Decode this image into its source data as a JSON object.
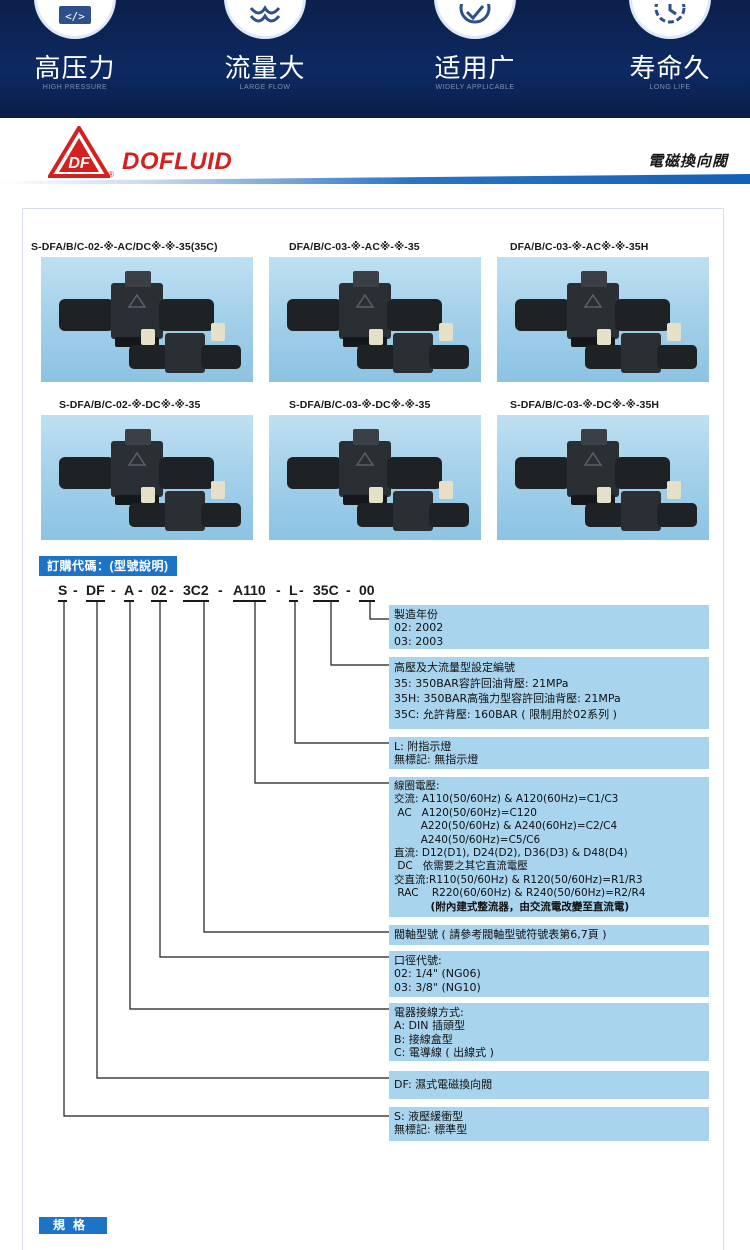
{
  "features": [
    {
      "cn": "高压力",
      "en": "HIGH PRESSURE",
      "icon": "code-icon"
    },
    {
      "cn": "流量大",
      "en": "LARGE FLOW",
      "icon": "flow-icon"
    },
    {
      "cn": "适用广",
      "en": "WIDELY APPLICABLE",
      "icon": "target-icon"
    },
    {
      "cn": "寿命久",
      "en": "LONG LIFE",
      "icon": "clock-icon"
    }
  ],
  "brand": {
    "name": "DOFLUID",
    "mark": "DF",
    "reg": "®",
    "title": "電磁換向閥",
    "colors": {
      "brand_red": "#d4201f",
      "accent_blue": "#1d73c6",
      "box_blue": "#a9d4ee",
      "banner_navy": "#0d2a63"
    }
  },
  "products": [
    {
      "label": "S-DFA/B/C-02-※-AC/DC※-※-35(35C)"
    },
    {
      "label": "DFA/B/C-03-※-AC※-※-35"
    },
    {
      "label": "DFA/B/C-03-※-AC※-※-35H"
    },
    {
      "label": "S-DFA/B/C-02-※-DC※-※-35"
    },
    {
      "label": "S-DFA/B/C-03-※-DC※-※-35"
    },
    {
      "label": "S-DFA/B/C-03-※-DC※-※-35H"
    }
  ],
  "order": {
    "title": "訂購代碼：(型號說明)",
    "code_parts": [
      "S",
      "-",
      "DF",
      "-",
      "A",
      "-",
      "02",
      "-",
      "3C2",
      "-",
      "A110",
      "-",
      "L",
      "-",
      "35C",
      "-",
      "00"
    ],
    "boxes": [
      {
        "lines": [
          "製造年份",
          "02: 2002",
          "03: 2003"
        ]
      },
      {
        "lines": [
          "高壓及大流量型設定編號",
          "35: 350BAR容許回油背壓: 21MPa",
          "35H: 350BAR高強力型容許回油背壓: 21MPa",
          "35C: 允許背壓: 160BAR ( 限制用於02系列 )"
        ]
      },
      {
        "lines": [
          "L: 附指示燈",
          "無標記: 無指示燈"
        ]
      },
      {
        "lines": [
          "線圈電壓:",
          "交流: A110(50/60Hz) & A120(60Hz)=C1/C3",
          " AC   A120(50/60Hz)=C120",
          "        A220(50/60Hz) & A240(60Hz)=C2/C4",
          "        A240(50/60Hz)=C5/C6",
          "直流: D12(D1), D24(D2), D36(D3) & D48(D4)",
          " DC   依需要之其它直流電壓",
          "交直流:R110(50/60Hz) & R120(50/60Hz)=R1/R3",
          " RAC    R220(60/60Hz) & R240(50/60Hz)=R2/R4",
          "          (附內建式整流器，由交流電改變至直流電)"
        ]
      },
      {
        "lines": [
          "閥軸型號 ( 請參考閥軸型號符號表第6,7頁 )"
        ]
      },
      {
        "lines": [
          "口徑代號:",
          "02: 1/4\" (NG06)",
          "03: 3/8\" (NG10)"
        ]
      },
      {
        "lines": [
          "電器接線方式:",
          "A: DIN 插頭型",
          "B: 接線盒型",
          "C: 電導線 ( 出線式 )"
        ]
      },
      {
        "lines": [
          "DF: 濕式電磁換向閥"
        ]
      },
      {
        "lines": [
          "S: 液壓緩衝型",
          "無標記: 標準型"
        ]
      }
    ]
  },
  "spec": {
    "title": "規格"
  }
}
